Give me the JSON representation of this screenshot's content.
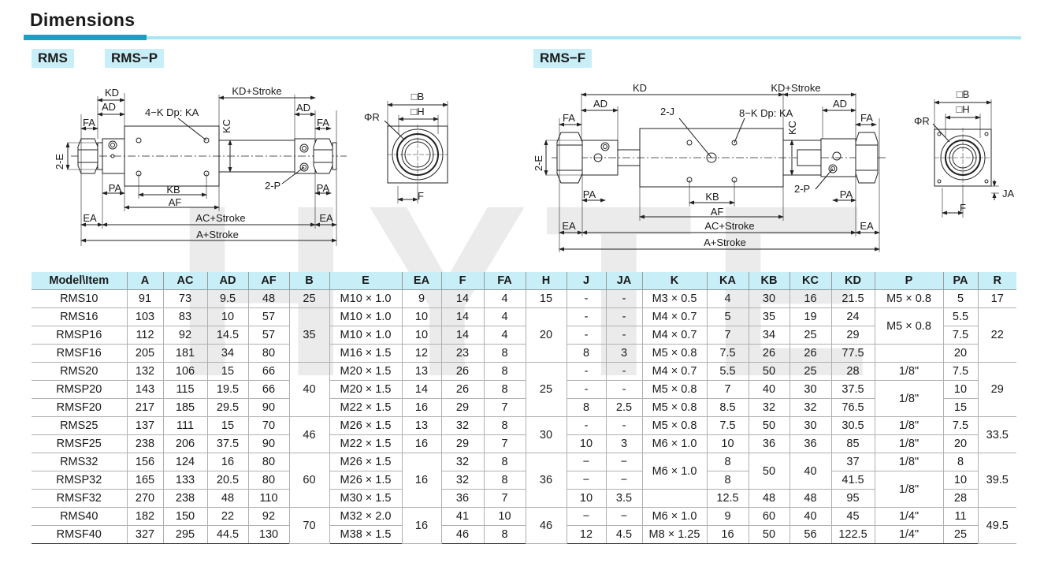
{
  "page": {
    "title": "Dimensions",
    "watermark": "HYTE"
  },
  "labels": {
    "rms": "RMS",
    "rmsp": "RMS−P",
    "rmsf": "RMS−F"
  },
  "drawing_left": {
    "kd": "KD",
    "kd_stroke": "KD+Stroke",
    "ad": "AD",
    "ad2": "AD",
    "fa": "FA",
    "fa2": "FA",
    "kdp": "4−K Dp: KA",
    "kc": "KC",
    "e": "2-E",
    "pa": "PA",
    "pa2": "PA",
    "kb": "KB",
    "af": "AF",
    "p": "2-P",
    "ea": "EA",
    "ea2": "EA",
    "ac_stroke": "AC+Stroke",
    "a_stroke": "A+Stroke"
  },
  "end_view_left": {
    "b": "□B",
    "h": "□H",
    "r": "ΦR",
    "f": "F"
  },
  "drawing_right": {
    "kd": "KD",
    "kd_stroke": "KD+Stroke",
    "ad": "AD",
    "ad2": "AD",
    "fa": "FA",
    "fa2": "FA",
    "j": "2-J",
    "kdp": "8−K Dp: KA",
    "kc": "KC",
    "e": "2-E",
    "pa": "PA",
    "pa2": "PA",
    "kb": "KB",
    "af": "AF",
    "p": "2-P",
    "ea": "EA",
    "ea2": "EA",
    "ac_stroke": "AC+Stroke",
    "a_stroke": "A+Stroke"
  },
  "end_view_right": {
    "b": "□B",
    "h": "□H",
    "r": "ΦR",
    "f": "F",
    "ja": "JA"
  },
  "table": {
    "headers": [
      "Model\\Item",
      "A",
      "AC",
      "AD",
      "AF",
      "B",
      "E",
      "EA",
      "F",
      "FA",
      "H",
      "J",
      "JA",
      "K",
      "KA",
      "KB",
      "KC",
      "KD",
      "P",
      "PA",
      "R"
    ],
    "rows": [
      [
        {
          "v": "RMS10"
        },
        {
          "v": "91"
        },
        {
          "v": "73"
        },
        {
          "v": "9.5"
        },
        {
          "v": "48"
        },
        {
          "v": "25"
        },
        {
          "v": "M10 × 1.0"
        },
        {
          "v": "9"
        },
        {
          "v": "14"
        },
        {
          "v": "4"
        },
        {
          "v": "15"
        },
        {
          "v": "-"
        },
        {
          "v": "-"
        },
        {
          "v": "M3 × 0.5"
        },
        {
          "v": "4"
        },
        {
          "v": "30"
        },
        {
          "v": "16"
        },
        {
          "v": "21.5"
        },
        {
          "v": "M5 × 0.8"
        },
        {
          "v": "5"
        },
        {
          "v": "17"
        }
      ],
      [
        {
          "v": "RMS16"
        },
        {
          "v": "103"
        },
        {
          "v": "83"
        },
        {
          "v": "10"
        },
        {
          "v": "57"
        },
        {
          "v": "35",
          "rs": 3
        },
        {
          "v": "M10 × 1.0"
        },
        {
          "v": "10"
        },
        {
          "v": "14"
        },
        {
          "v": "4"
        },
        {
          "v": "20",
          "rs": 3
        },
        {
          "v": "-"
        },
        {
          "v": "-"
        },
        {
          "v": "M4 × 0.7"
        },
        {
          "v": "5"
        },
        {
          "v": "35"
        },
        {
          "v": "19"
        },
        {
          "v": "24"
        },
        {
          "v": "M5 × 0.8",
          "rs": 2
        },
        {
          "v": "5.5"
        },
        {
          "v": "22",
          "rs": 3
        }
      ],
      [
        {
          "v": "RMSP16"
        },
        {
          "v": "112"
        },
        {
          "v": "92"
        },
        {
          "v": "14.5"
        },
        {
          "v": "57"
        },
        {
          "v": "M10 × 1.0"
        },
        {
          "v": "10"
        },
        {
          "v": "14"
        },
        {
          "v": "4"
        },
        {
          "v": "-"
        },
        {
          "v": "-"
        },
        {
          "v": "M4 × 0.7"
        },
        {
          "v": "7"
        },
        {
          "v": "34"
        },
        {
          "v": "25"
        },
        {
          "v": "29"
        },
        {
          "v": "7.5"
        }
      ],
      [
        {
          "v": "RMSF16"
        },
        {
          "v": "205"
        },
        {
          "v": "181"
        },
        {
          "v": "34"
        },
        {
          "v": "80"
        },
        {
          "v": "M16 × 1.5"
        },
        {
          "v": "12"
        },
        {
          "v": "23"
        },
        {
          "v": "8"
        },
        {
          "v": "8"
        },
        {
          "v": "3"
        },
        {
          "v": "M5 × 0.8"
        },
        {
          "v": "7.5"
        },
        {
          "v": "26"
        },
        {
          "v": "26"
        },
        {
          "v": "77.5"
        },
        {
          "v": ""
        },
        {
          "v": "20"
        }
      ],
      [
        {
          "v": "RMS20"
        },
        {
          "v": "132"
        },
        {
          "v": "106"
        },
        {
          "v": "15"
        },
        {
          "v": "66"
        },
        {
          "v": "40",
          "rs": 3
        },
        {
          "v": "M20 × 1.5"
        },
        {
          "v": "13"
        },
        {
          "v": "26"
        },
        {
          "v": "8"
        },
        {
          "v": "25",
          "rs": 3
        },
        {
          "v": "-"
        },
        {
          "v": "-"
        },
        {
          "v": "M4 × 0.7"
        },
        {
          "v": "5.5"
        },
        {
          "v": "50"
        },
        {
          "v": "25"
        },
        {
          "v": "28"
        },
        {
          "v": "1/8\""
        },
        {
          "v": "7.5"
        },
        {
          "v": "29",
          "rs": 3
        }
      ],
      [
        {
          "v": "RMSP20"
        },
        {
          "v": "143"
        },
        {
          "v": "115"
        },
        {
          "v": "19.5"
        },
        {
          "v": "66"
        },
        {
          "v": "M20 × 1.5"
        },
        {
          "v": "14"
        },
        {
          "v": "26"
        },
        {
          "v": "8"
        },
        {
          "v": "-"
        },
        {
          "v": "-"
        },
        {
          "v": "M5 × 0.8"
        },
        {
          "v": "7"
        },
        {
          "v": "40"
        },
        {
          "v": "30"
        },
        {
          "v": "37.5"
        },
        {
          "v": "1/8\"",
          "rs": 2
        },
        {
          "v": "10"
        }
      ],
      [
        {
          "v": "RMSF20"
        },
        {
          "v": "217"
        },
        {
          "v": "185"
        },
        {
          "v": "29.5"
        },
        {
          "v": "90"
        },
        {
          "v": "M22 × 1.5"
        },
        {
          "v": "16"
        },
        {
          "v": "29"
        },
        {
          "v": "7"
        },
        {
          "v": "8"
        },
        {
          "v": "2.5"
        },
        {
          "v": "M5 × 0.8"
        },
        {
          "v": "8.5"
        },
        {
          "v": "32"
        },
        {
          "v": "32"
        },
        {
          "v": "76.5"
        },
        {
          "v": "15"
        }
      ],
      [
        {
          "v": "RMS25"
        },
        {
          "v": "137"
        },
        {
          "v": "111"
        },
        {
          "v": "15"
        },
        {
          "v": "70"
        },
        {
          "v": "46",
          "rs": 2
        },
        {
          "v": "M26 × 1.5"
        },
        {
          "v": "13"
        },
        {
          "v": "32"
        },
        {
          "v": "8"
        },
        {
          "v": "30",
          "rs": 2
        },
        {
          "v": "-"
        },
        {
          "v": "-"
        },
        {
          "v": "M5 × 0.8"
        },
        {
          "v": "7.5"
        },
        {
          "v": "50"
        },
        {
          "v": "30"
        },
        {
          "v": "30.5"
        },
        {
          "v": "1/8\""
        },
        {
          "v": "7.5"
        },
        {
          "v": "33.5",
          "rs": 2
        }
      ],
      [
        {
          "v": "RMSF25"
        },
        {
          "v": "238"
        },
        {
          "v": "206"
        },
        {
          "v": "37.5"
        },
        {
          "v": "90"
        },
        {
          "v": "M22 × 1.5"
        },
        {
          "v": "16"
        },
        {
          "v": "29"
        },
        {
          "v": "7"
        },
        {
          "v": "10"
        },
        {
          "v": "3"
        },
        {
          "v": "M6 × 1.0"
        },
        {
          "v": "10"
        },
        {
          "v": "36"
        },
        {
          "v": "36"
        },
        {
          "v": "85"
        },
        {
          "v": "1/8\""
        },
        {
          "v": "20"
        }
      ],
      [
        {
          "v": "RMS32"
        },
        {
          "v": "156"
        },
        {
          "v": "124"
        },
        {
          "v": "16"
        },
        {
          "v": "80"
        },
        {
          "v": "60",
          "rs": 3
        },
        {
          "v": "M26 × 1.5"
        },
        {
          "v": "16",
          "rs": 3
        },
        {
          "v": "32"
        },
        {
          "v": "8"
        },
        {
          "v": "36",
          "rs": 3
        },
        {
          "v": "−"
        },
        {
          "v": "−"
        },
        {
          "v": "M6 × 1.0",
          "rs": 2
        },
        {
          "v": "8"
        },
        {
          "v": "50",
          "rs": 2
        },
        {
          "v": "40",
          "rs": 2
        },
        {
          "v": "37"
        },
        {
          "v": "1/8\""
        },
        {
          "v": "8"
        },
        {
          "v": "39.5",
          "rs": 3
        }
      ],
      [
        {
          "v": "RMSP32"
        },
        {
          "v": "165"
        },
        {
          "v": "133"
        },
        {
          "v": "20.5"
        },
        {
          "v": "80"
        },
        {
          "v": "M26 × 1.5"
        },
        {
          "v": "32"
        },
        {
          "v": "8"
        },
        {
          "v": "−"
        },
        {
          "v": "−"
        },
        {
          "v": "8"
        },
        {
          "v": "41.5"
        },
        {
          "v": "1/8\"",
          "rs": 2
        },
        {
          "v": "10"
        }
      ],
      [
        {
          "v": "RMSF32"
        },
        {
          "v": "270"
        },
        {
          "v": "238"
        },
        {
          "v": "48"
        },
        {
          "v": "110"
        },
        {
          "v": "M30 × 1.5"
        },
        {
          "v": "36"
        },
        {
          "v": "7"
        },
        {
          "v": "10"
        },
        {
          "v": "3.5"
        },
        {
          "v": ""
        },
        {
          "v": "12.5"
        },
        {
          "v": "48"
        },
        {
          "v": "48"
        },
        {
          "v": "95"
        },
        {
          "v": "28"
        }
      ],
      [
        {
          "v": "RMS40"
        },
        {
          "v": "182"
        },
        {
          "v": "150"
        },
        {
          "v": "22"
        },
        {
          "v": "92"
        },
        {
          "v": "70",
          "rs": 2
        },
        {
          "v": "M32 × 2.0"
        },
        {
          "v": "16",
          "rs": 2
        },
        {
          "v": "41"
        },
        {
          "v": "10"
        },
        {
          "v": "46",
          "rs": 2
        },
        {
          "v": "−"
        },
        {
          "v": "−"
        },
        {
          "v": "M6 × 1.0"
        },
        {
          "v": "9"
        },
        {
          "v": "60"
        },
        {
          "v": "40"
        },
        {
          "v": "45"
        },
        {
          "v": "1/4\""
        },
        {
          "v": "11"
        },
        {
          "v": "49.5",
          "rs": 2
        }
      ],
      [
        {
          "v": "RMSF40"
        },
        {
          "v": "327"
        },
        {
          "v": "295"
        },
        {
          "v": "44.5"
        },
        {
          "v": "130"
        },
        {
          "v": "M38 × 1.5"
        },
        {
          "v": "46"
        },
        {
          "v": "8"
        },
        {
          "v": "12"
        },
        {
          "v": "4.5"
        },
        {
          "v": "M8 × 1.25"
        },
        {
          "v": "16"
        },
        {
          "v": "50"
        },
        {
          "v": "56"
        },
        {
          "v": "122.5"
        },
        {
          "v": "1/4\""
        },
        {
          "v": "25"
        }
      ]
    ]
  }
}
